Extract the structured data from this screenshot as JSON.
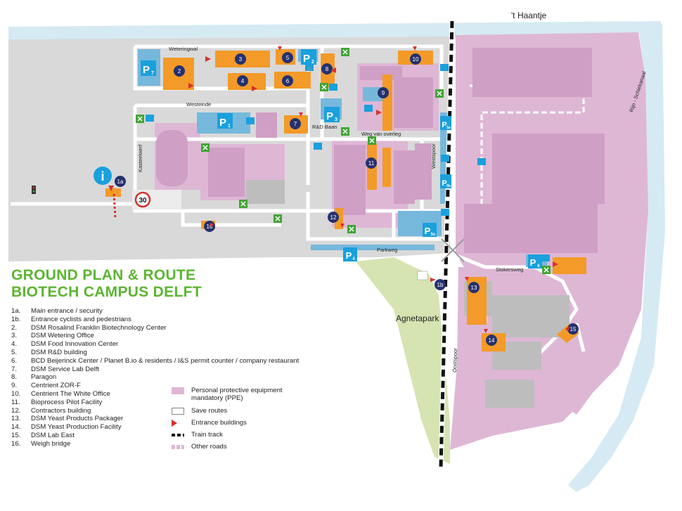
{
  "colors": {
    "water": "#d5eaf3",
    "road": "#d9d9d9",
    "ppe": "#deb7d5",
    "building_pink": "#cf9fc5",
    "building_grey": "#bdbdbd",
    "orange": "#f39a28",
    "blue": "#76b8dc",
    "park": "#d6e4b2",
    "green_title": "#5cb531",
    "navy": "#26316e",
    "red": "#d6322c",
    "parking_blue": "#1aa0dc",
    "emergency_green": "#41a535"
  },
  "title": {
    "line1": "GROUND PLAN & ROUTE",
    "line2": "BIOTECH CAMPUS DELFT"
  },
  "legend": [
    {
      "num": "1a.",
      "label": "Main entrance / security"
    },
    {
      "num": "1b.",
      "label": "Entrance cyclists and pedestrians"
    },
    {
      "num": "2.",
      "label": "DSM Rosalind Franklin Biotechnology Center"
    },
    {
      "num": "3.",
      "label": "DSM Wetering Office"
    },
    {
      "num": "4.",
      "label": "DSM Food Innovation Center"
    },
    {
      "num": "5.",
      "label": "DSM R&D building"
    },
    {
      "num": "6.",
      "label": "BCD Beijerinck Center / Planet B.io & residents / I&S permit counter / company restaurant"
    },
    {
      "num": "7.",
      "label": "DSM Service Lab Delft"
    },
    {
      "num": "8.",
      "label": "Paragon"
    },
    {
      "num": "9.",
      "label": "Centrient ZOR-F"
    },
    {
      "num": "10.",
      "label": "Centrient The White Office"
    },
    {
      "num": "11.",
      "label": "Bioprocess Pilot Facility"
    },
    {
      "num": "12.",
      "label": "Contractors building"
    },
    {
      "num": "13.",
      "label": "DSM Yeast Products Packager"
    },
    {
      "num": "14.",
      "label": "DSM Yeast Production Facility"
    },
    {
      "num": "15.",
      "label": "DSM Lab East"
    },
    {
      "num": "16.",
      "label": "Weigh bridge"
    }
  ],
  "map_key": [
    {
      "label": "Personal protective equipment\nmandatory (PPE)",
      "symbol": "ppe-area-swatch"
    },
    {
      "label": "Save routes",
      "symbol": "safe-route-swatch"
    },
    {
      "label": "Entrance buildings",
      "symbol": "entrance-arrow"
    },
    {
      "label": "Train track",
      "symbol": "train-track-swatch"
    },
    {
      "label": "Other roads",
      "symbol": "other-roads-swatch"
    }
  ],
  "streets": {
    "weteringwal": "Weteringwal",
    "westeinde": "Westeinde",
    "kasteelwerf": "Kasteelwerf",
    "rd_baan": "R&D Baan",
    "weg_van_overleg": "Weg van overleg",
    "westspoor": "Westspoor",
    "parkweg": "Parkweg",
    "stokersweg": "Stokersweg",
    "oostspoor": "Oostspoor",
    "rijn_schiekanaal": "Rijn - Schiekanaal"
  },
  "places": {
    "haantje": "'t Haantje",
    "agnetapark": "Agnetapark"
  },
  "buildings": [
    "1a",
    "1b",
    "2",
    "3",
    "4",
    "5",
    "6",
    "7",
    "8",
    "9",
    "10",
    "11",
    "12",
    "13",
    "14",
    "15",
    "16"
  ],
  "parking": [
    {
      "letter": "P",
      "sub": "7"
    },
    {
      "letter": "P",
      "sub": "2"
    },
    {
      "letter": "P",
      "sub": "1"
    },
    {
      "letter": "P",
      "sub": "3"
    },
    {
      "letter": "P",
      "sub": "5a"
    },
    {
      "letter": "P",
      "sub": "5b"
    },
    {
      "letter": "P",
      "sub": "5c"
    },
    {
      "letter": "P",
      "sub": "4"
    },
    {
      "letter": "P",
      "sub": "6"
    }
  ],
  "info_symbol": "i",
  "speed_limit": "30",
  "icons": [
    "info-icon",
    "parking-icon",
    "bicycle-icon",
    "emergency-assembly-icon",
    "traffic-light-icon",
    "speed-limit-icon",
    "pedestrian-cyclist-icon"
  ]
}
